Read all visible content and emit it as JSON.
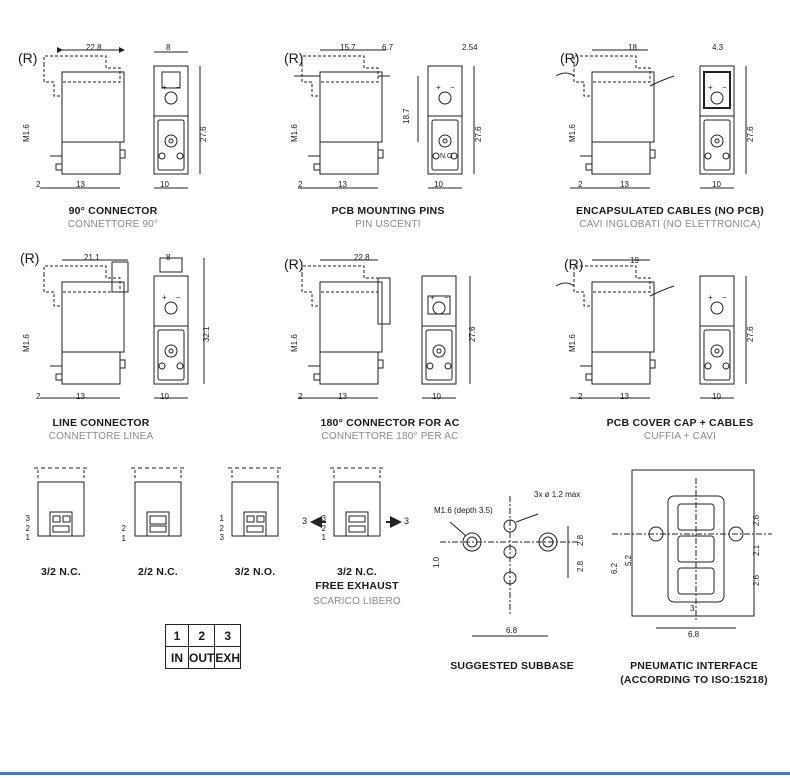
{
  "views": [
    {
      "id": "v1",
      "mark": "(R)",
      "title": "90° CONNECTOR",
      "subtitle": "CONNETTORE 90°",
      "dim_w": "22.8",
      "dim_w2": "8",
      "dim_h": "27.6",
      "dim_side": "M1.6",
      "dim_b1": "2",
      "dim_b2": "13",
      "dim_b3": "10"
    },
    {
      "id": "v2",
      "mark": "(R)",
      "title": "PCB MOUNTING PINS",
      "subtitle": "PIN USCENTI",
      "dim_w": "15.7",
      "dim_w2": "6.7",
      "dim_w3": "2.54",
      "dim_h": "27.6",
      "dim_h2": "18.7",
      "dim_side": "M1.6",
      "dim_b1": "2",
      "dim_b2": "13",
      "dim_b3": "10",
      "front_label": "N.O"
    },
    {
      "id": "v3",
      "mark": "(R)",
      "title": "ENCAPSULATED CABLES (NO PCB)",
      "subtitle": "CAVI INGLOBATI (NO ELETTRONICA)",
      "dim_w": "18",
      "dim_w2": "4.3",
      "dim_h": "27.6",
      "dim_side": "M1.6",
      "dim_b1": "2",
      "dim_b2": "13",
      "dim_b3": "10"
    },
    {
      "id": "v4",
      "mark": "(R)",
      "title": "LINE CONNECTOR",
      "subtitle": "CONNETTORE LINEA",
      "dim_w": "21.1",
      "dim_w2": "8",
      "dim_h": "32.1",
      "dim_side": "M1.6",
      "dim_b1": "2",
      "dim_b2": "13",
      "dim_b3": "10"
    },
    {
      "id": "v5",
      "mark": "(R)",
      "title": "180° CONNECTOR FOR AC",
      "subtitle": "CONNETTORE 180° PER AC",
      "dim_w": "22.8",
      "dim_h": "27.6",
      "dim_side": "M1.6",
      "dim_b1": "2",
      "dim_b2": "13",
      "dim_b3": "10"
    },
    {
      "id": "v6",
      "mark": "(R)",
      "title": "PCB COVER CAP + CABLES",
      "subtitle": "CUFFIA + CAVI",
      "dim_w": "19",
      "dim_h": "27.6",
      "dim_side": "M1.6",
      "dim_b1": "2",
      "dim_b2": "13",
      "dim_b3": "10"
    }
  ],
  "functions": [
    {
      "id": "f1",
      "ports": [
        "3",
        "2",
        "1"
      ],
      "label": "3/2  N.C."
    },
    {
      "id": "f2",
      "ports": [
        "2",
        "1"
      ],
      "label": "2/2  N.C."
    },
    {
      "id": "f3",
      "ports": [
        "1",
        "2",
        "3"
      ],
      "label": "3/2  N.O."
    },
    {
      "id": "f4",
      "ports": [
        "3",
        "2",
        "1"
      ],
      "label": "3/2  N.C.",
      "label2": "FREE EXHAUST",
      "sub": "SCARICO LIBERO",
      "arrow_left": "3",
      "arrow_right": "3"
    }
  ],
  "legend": {
    "numbers": [
      "1",
      "2",
      "3"
    ],
    "names": [
      "IN",
      "OUT",
      "EXH"
    ]
  },
  "subbase": {
    "title": "SUGGESTED SUBBASE",
    "thread": "M1.6 (depth 3.5)",
    "holes": "3x ø 1.2 max",
    "dim_h1": "2.8",
    "dim_h2": "2.8",
    "dim_side": "1.0",
    "dim_w": "6.8"
  },
  "interface": {
    "title": "PNEUMATIC INTERFACE",
    "subtitle": "(ACCORDING TO ISO:15218)",
    "dim_a": "2.6",
    "dim_b": "2.1",
    "dim_c": "2.6",
    "dim_h1": "6.2",
    "dim_h2": "5.2",
    "dim_w1": "3",
    "dim_w2": "6.8"
  },
  "colors": {
    "line": "#222222",
    "subtitle": "#8a8a8a",
    "accent": "#3d7cc9"
  }
}
